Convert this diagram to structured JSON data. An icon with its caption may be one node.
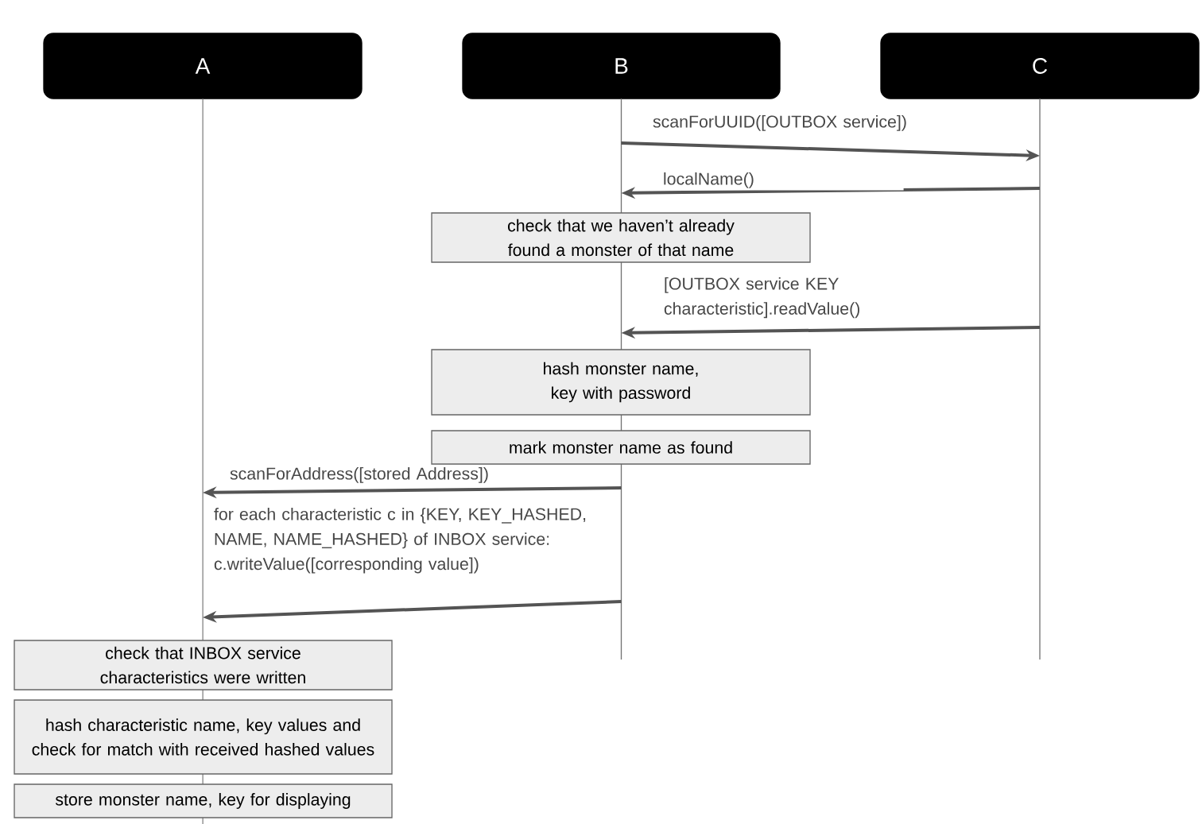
{
  "diagram": {
    "nodes": [
      {
        "text": [
          "A"
        ]
      },
      {
        "text": [
          "B"
        ]
      },
      {
        "text": [
          "C"
        ]
      },
      {
        "text": [
          "check that we haven’t already found a monster of that name"
        ]
      },
      {
        "text": [
          "hash monster name, key with password"
        ]
      },
      {
        "text": [
          "mark monster name as found"
        ]
      },
      {
        "text": [
          "check that INBOX service characteristics were written"
        ]
      },
      {
        "text": [
          "hash characteristic name, key values and check for match with received hashed values"
        ]
      },
      {
        "text": [
          "store monster name, key for displaying"
        ]
      }
    ],
    "edges": [
      {
        "from": 1,
        "to": 2,
        "arrow": "to",
        "label": "scanForUUID([OUTBOX service])"
      },
      {
        "from": 2,
        "to": 1,
        "arrow": "to",
        "label": "localName()"
      },
      {
        "from": 2,
        "to": 1,
        "arrow": "to",
        "label": "[OUTBOX service KEY characteristic].readValue()"
      },
      {
        "from": 1,
        "to": 0,
        "arrow": "to",
        "label": "scanForAddress([stored Address])"
      },
      {
        "from": 1,
        "to": 0,
        "arrow": "to",
        "label": "for each characteristic c in {KEY, KEY_HASHED, NAME, NAME_HASHED} of INBOX service: c.writeValue([corresponding value])"
      }
    ]
  }
}
